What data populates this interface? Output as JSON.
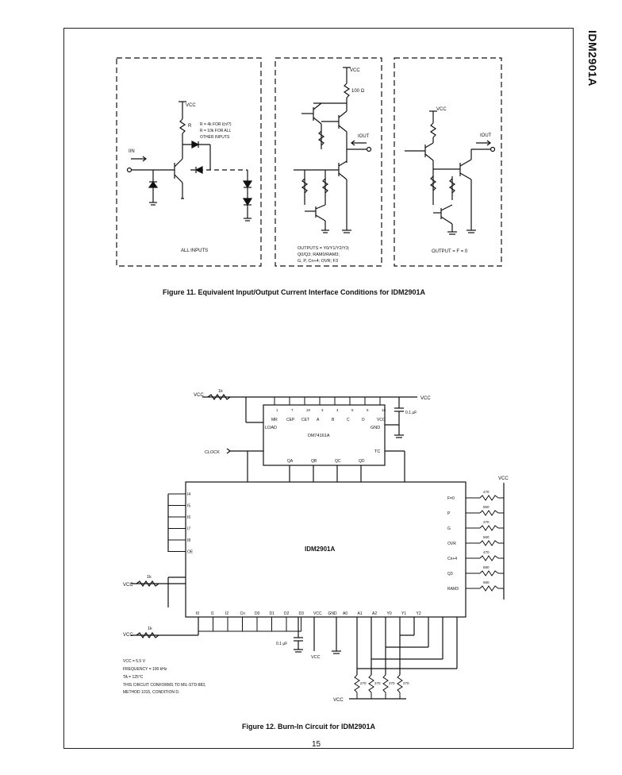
{
  "doc": {
    "side_title": "IDM2901A",
    "page_number": "15"
  },
  "fig11": {
    "caption": "Figure 11.  Equivalent Input/Output Current Interface Conditions for IDM2901A",
    "panel1": {
      "vcc": "VCC",
      "r_label": "R",
      "r_note_1": "R = 4k FOR I(n/?)",
      "r_note_2": "R = 10k FOR ALL",
      "r_note_3": "OTHER INPUTS",
      "iin": "IIN",
      "bottom": "ALL INPUTS"
    },
    "panel2": {
      "vcc": "VCC",
      "r100": "100 Ω",
      "iout": "IOUT",
      "out_1": "OUTPUTS = Y0/Y1/Y2/Y3;",
      "out_2": "Q0/Q3; RAM0/RAM3;",
      "out_3": "G, P, Cn+4; OVR; F3"
    },
    "panel3": {
      "vcc": "VCC",
      "iout": "IOUT",
      "bottom": "OUTPUT = F = 0"
    }
  },
  "fig12": {
    "caption": "Figure 12.  Burn-In Circuit for IDM2901A",
    "ic_label": "IDM2901A",
    "counter_label": "DM74161A",
    "counter_top_pins": [
      "MR",
      "CEP",
      "CET",
      "A",
      "B",
      "C",
      "D",
      "VCC"
    ],
    "counter_top_nums": [
      "1",
      "7",
      "10",
      "3",
      "4",
      "5",
      "6",
      "16"
    ],
    "counter_outs": [
      "QA",
      "QB",
      "QC",
      "QD"
    ],
    "load": "LOAD",
    "gnd": "GND",
    "tc": "TC",
    "clock": "CLOCK",
    "cap": "0.1 µF",
    "vcc": "VCC",
    "r1k": "1k",
    "left_pins": [
      "I4",
      "I5",
      "I6",
      "I7",
      "I8",
      "OE"
    ],
    "right_outs": [
      "F=0",
      "P",
      "G",
      "OVR",
      "Cn+4",
      "Q3",
      "RAM3"
    ],
    "right_res": [
      "470",
      "560",
      "270",
      "560",
      "470",
      "680",
      "680"
    ],
    "bottom_pins": [
      "I0",
      "I1",
      "I2",
      "Cn",
      "D0",
      "D1",
      "D2",
      "D3",
      "VCC",
      "GND",
      "A0",
      "A1",
      "A2",
      "Y0",
      "Y1",
      "Y2"
    ],
    "bottom_res": [
      "270",
      "270",
      "270",
      "270"
    ],
    "notes": [
      "VCC = 5.5 V",
      "FREQUENCY = 100 kHz",
      "TA = 125°C",
      "THIS CIRCUIT CONFORMS TO MIL-STD-883,",
      "METHOD 1015, CONDITION D."
    ]
  }
}
